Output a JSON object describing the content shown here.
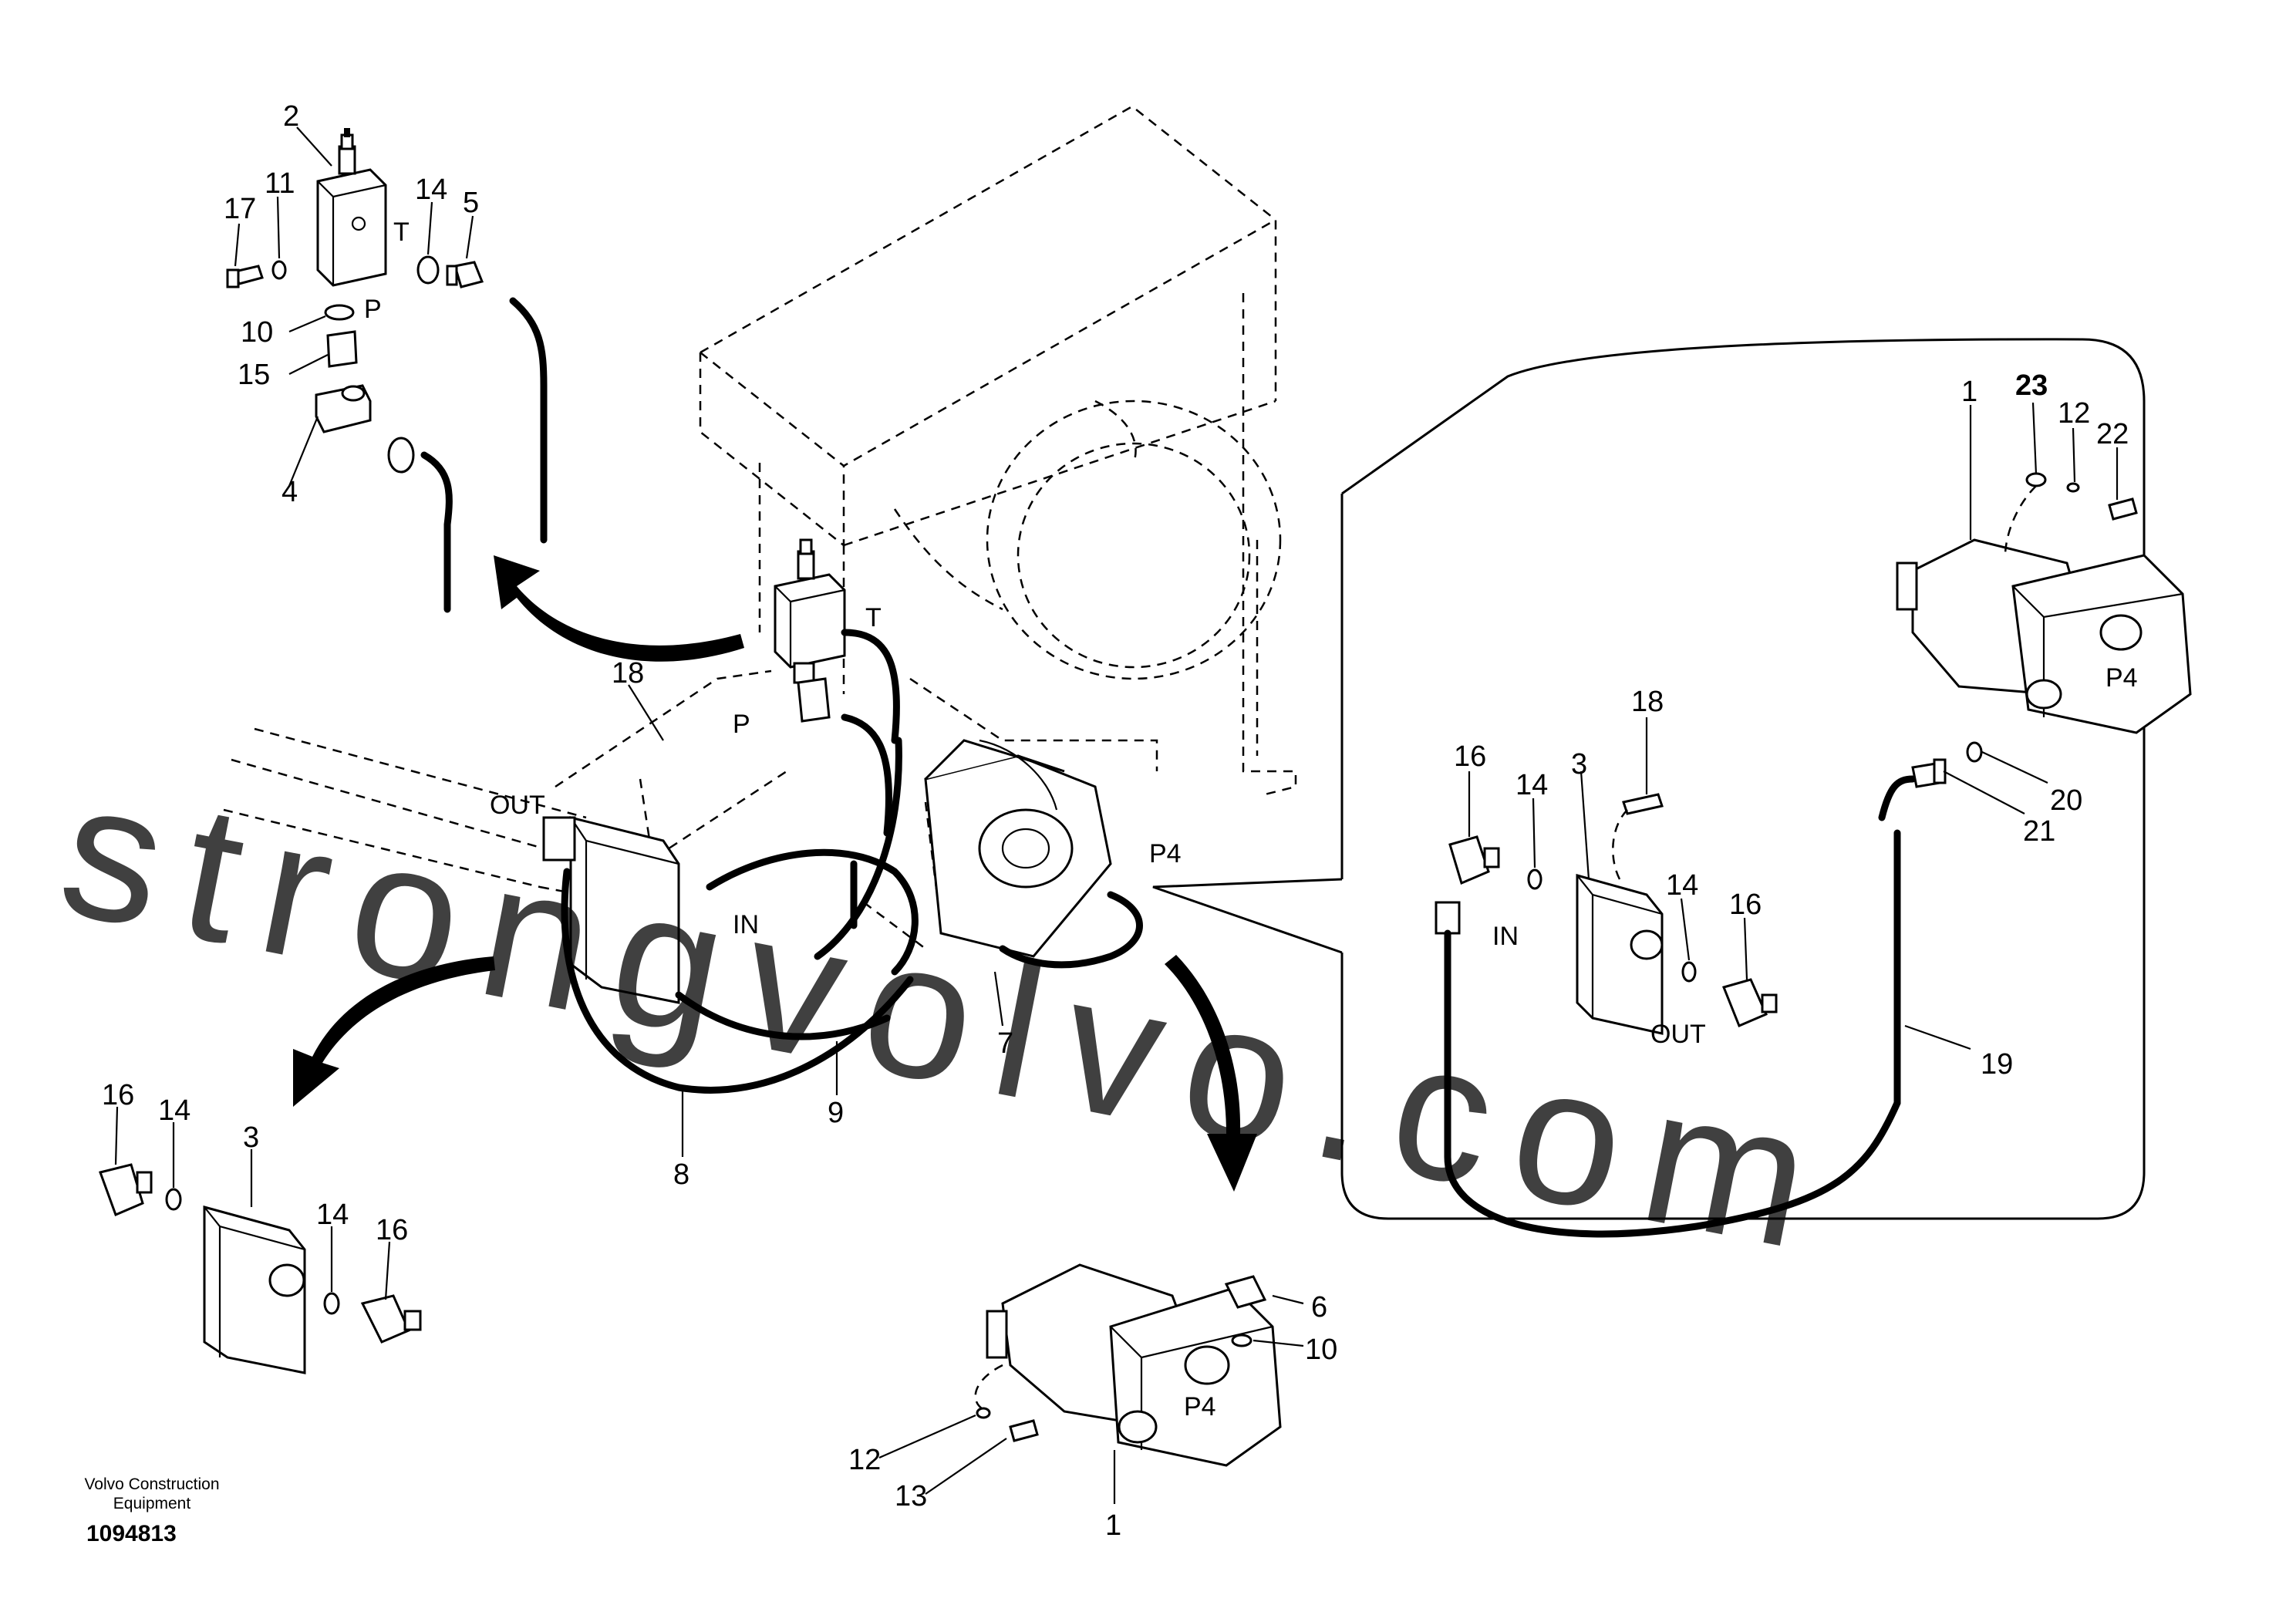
{
  "watermark": "strongvolvo.com",
  "footer": {
    "brand_line1": "Volvo Construction",
    "brand_line2": "Equipment",
    "drawing_number": "1094813"
  },
  "callouts": [
    {
      "id": "c2",
      "text": "2"
    },
    {
      "id": "c17",
      "text": "17"
    },
    {
      "id": "c11",
      "text": "11"
    },
    {
      "id": "c14a",
      "text": "14"
    },
    {
      "id": "c5",
      "text": "5"
    },
    {
      "id": "c10a",
      "text": "10"
    },
    {
      "id": "c15",
      "text": "15"
    },
    {
      "id": "c4",
      "text": "4"
    },
    {
      "id": "c18a",
      "text": "18"
    },
    {
      "id": "c8",
      "text": "8"
    },
    {
      "id": "c9",
      "text": "9"
    },
    {
      "id": "c7",
      "text": "7"
    },
    {
      "id": "c16a",
      "text": "16"
    },
    {
      "id": "c14b",
      "text": "14"
    },
    {
      "id": "c3a",
      "text": "3"
    },
    {
      "id": "c14c",
      "text": "14"
    },
    {
      "id": "c16b",
      "text": "16"
    },
    {
      "id": "c6",
      "text": "6"
    },
    {
      "id": "c10b",
      "text": "10"
    },
    {
      "id": "c12a",
      "text": "12"
    },
    {
      "id": "c13",
      "text": "13"
    },
    {
      "id": "c1a",
      "text": "1"
    },
    {
      "id": "c1b",
      "text": "1"
    },
    {
      "id": "c23",
      "text": "23"
    },
    {
      "id": "c12b",
      "text": "12"
    },
    {
      "id": "c22",
      "text": "22"
    },
    {
      "id": "c18b",
      "text": "18"
    },
    {
      "id": "c16c",
      "text": "16"
    },
    {
      "id": "c14d",
      "text": "14"
    },
    {
      "id": "c3b",
      "text": "3"
    },
    {
      "id": "c14e",
      "text": "14"
    },
    {
      "id": "c16d",
      "text": "16"
    },
    {
      "id": "c20",
      "text": "20"
    },
    {
      "id": "c21",
      "text": "21"
    },
    {
      "id": "c19",
      "text": "19"
    }
  ],
  "ports": [
    {
      "id": "pT1",
      "text": "T"
    },
    {
      "id": "pP1",
      "text": "P"
    },
    {
      "id": "pT2",
      "text": "T"
    },
    {
      "id": "pP2",
      "text": "P"
    },
    {
      "id": "pOUT1",
      "text": "OUT"
    },
    {
      "id": "pIN1",
      "text": "IN"
    },
    {
      "id": "pP4a",
      "text": "P4"
    },
    {
      "id": "pP4b",
      "text": "P4"
    },
    {
      "id": "pP4c",
      "text": "P4"
    },
    {
      "id": "pIN2",
      "text": "IN"
    },
    {
      "id": "pOUT2",
      "text": "OUT"
    }
  ]
}
